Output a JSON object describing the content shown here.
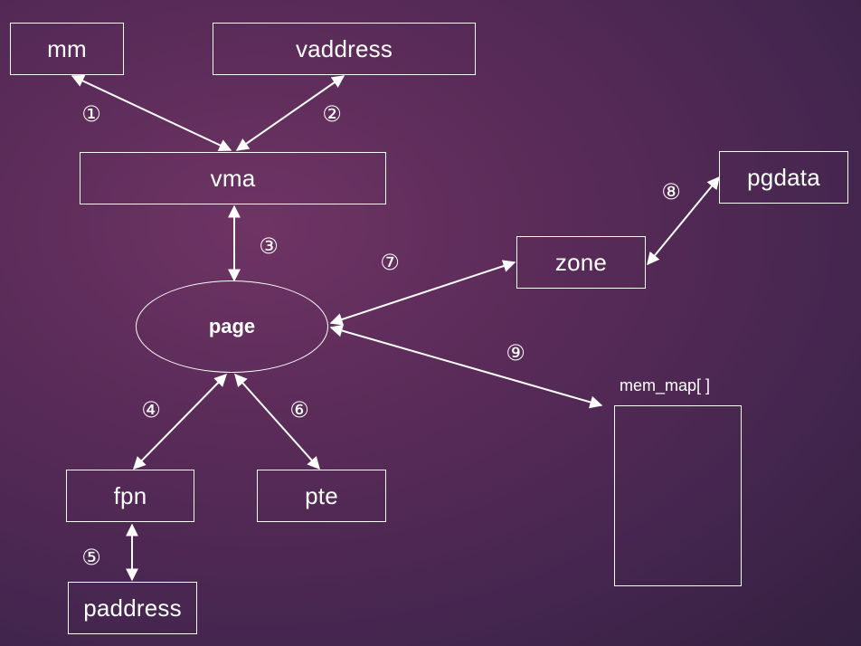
{
  "nodes": {
    "mm": "mm",
    "vaddress": "vaddress",
    "vma": "vma",
    "page": "page",
    "zone": "zone",
    "pgdata": "pgdata",
    "fpn": "fpn",
    "pte": "pte",
    "paddress": "paddress",
    "mem_map": "mem_map[ ]"
  },
  "edges": [
    {
      "id": "e1",
      "label": "①",
      "from": "mm",
      "to": "vma"
    },
    {
      "id": "e2",
      "label": "②",
      "from": "vaddress",
      "to": "vma"
    },
    {
      "id": "e3",
      "label": "③",
      "from": "vma",
      "to": "page"
    },
    {
      "id": "e4",
      "label": "④",
      "from": "page",
      "to": "fpn"
    },
    {
      "id": "e5",
      "label": "⑤",
      "from": "fpn",
      "to": "paddress"
    },
    {
      "id": "e6",
      "label": "⑥",
      "from": "page",
      "to": "pte"
    },
    {
      "id": "e7",
      "label": "⑦",
      "from": "page",
      "to": "zone"
    },
    {
      "id": "e8",
      "label": "⑧",
      "from": "zone",
      "to": "pgdata"
    },
    {
      "id": "e9",
      "label": "⑨",
      "from": "page",
      "to": "mem_map"
    }
  ]
}
